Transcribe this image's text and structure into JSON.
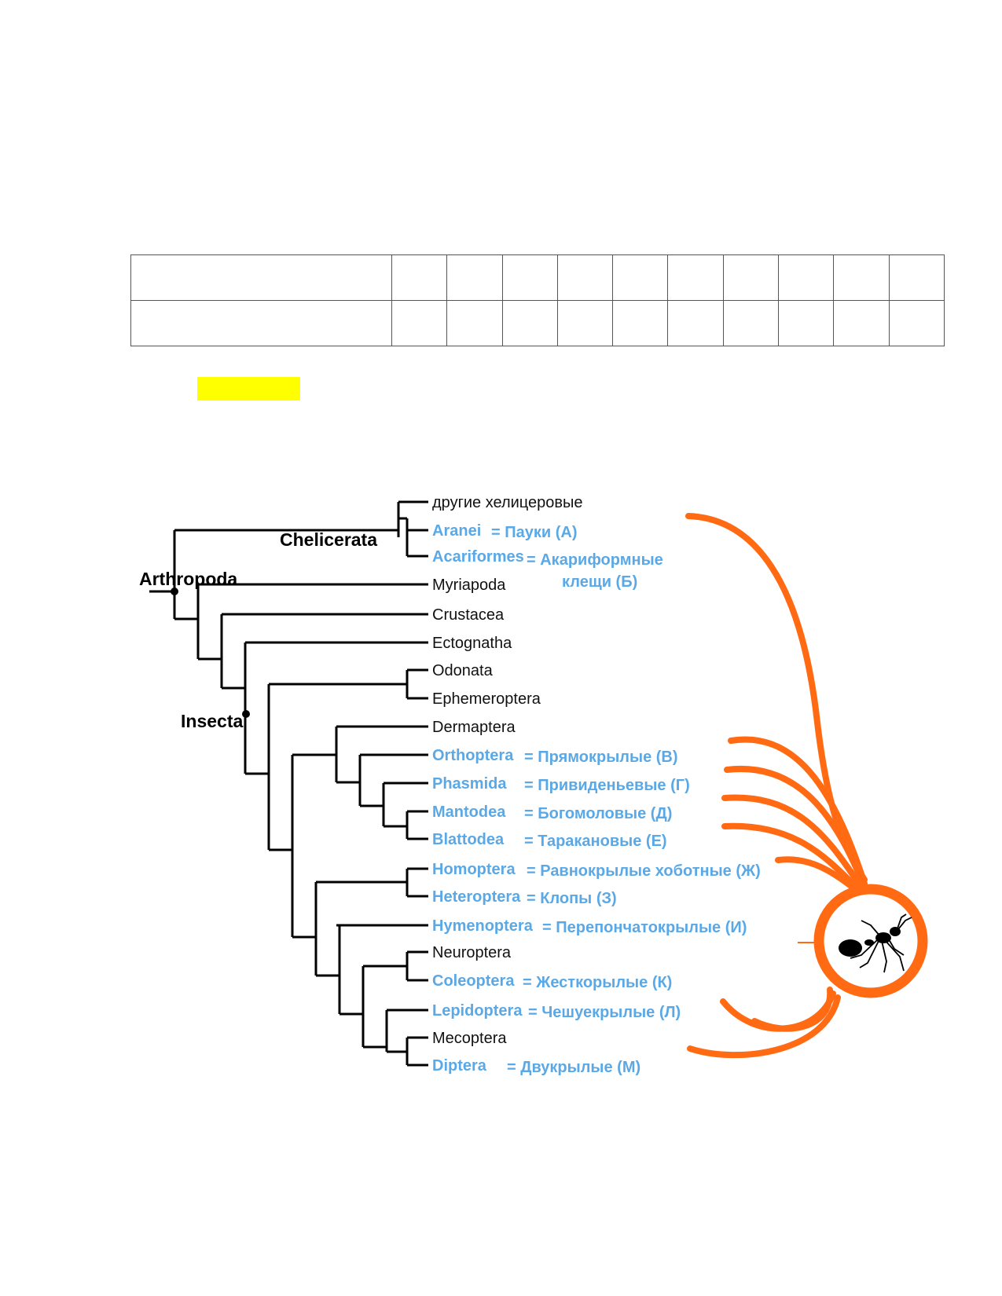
{
  "clades": {
    "arthropoda": "Arthropoda",
    "chelicerata": "Chelicerata",
    "insecta": "Insecta"
  },
  "taxa": [
    {
      "name": "другие хелицеровые",
      "highlight": false
    },
    {
      "name": "Aranei",
      "translation": "= Пауки (А)",
      "highlight": true
    },
    {
      "name": "Acariformes",
      "translation": "= Акариформные",
      "translation_line2": "клещи (Б)",
      "highlight": true
    },
    {
      "name": "Myriapoda",
      "highlight": false
    },
    {
      "name": "Crustacea",
      "highlight": false
    },
    {
      "name": "Ectognatha",
      "highlight": false
    },
    {
      "name": "Odonata",
      "highlight": false
    },
    {
      "name": "Ephemeroptera",
      "highlight": false
    },
    {
      "name": "Dermaptera",
      "highlight": false
    },
    {
      "name": "Orthoptera",
      "translation": "= Прямокрылые (В)",
      "highlight": true
    },
    {
      "name": "Phasmida",
      "translation": "= Привиденьевые (Г)",
      "highlight": true
    },
    {
      "name": "Mantodea",
      "translation": "= Богомоловые (Д)",
      "highlight": true
    },
    {
      "name": "Blattodea",
      "translation": "= Таракановые (Е)",
      "highlight": true
    },
    {
      "name": "Homoptera",
      "translation": "= Равнокрылые хоботные (Ж)",
      "highlight": true
    },
    {
      "name": "Heteroptera",
      "translation": "= Клопы (З)",
      "highlight": true
    },
    {
      "name": "Hymenoptera",
      "translation": "= Перепончатокрылые (И)",
      "highlight": true
    },
    {
      "name": "Neuroptera",
      "highlight": false
    },
    {
      "name": "Coleoptera",
      "translation": "= Жесткорылые (К)",
      "highlight": true
    },
    {
      "name": "Lepidoptera",
      "translation": "= Чешуекрылые (Л)",
      "highlight": true
    },
    {
      "name": "Mecoptera",
      "highlight": false
    },
    {
      "name": "Diptera",
      "translation": "= Двукрылые (М)",
      "highlight": true
    }
  ],
  "colors": {
    "highlight_text": "#5aa9e6",
    "arrows": "#ff6a13",
    "marker": "#ffff00"
  },
  "icons": {
    "ant": "ant-icon"
  }
}
